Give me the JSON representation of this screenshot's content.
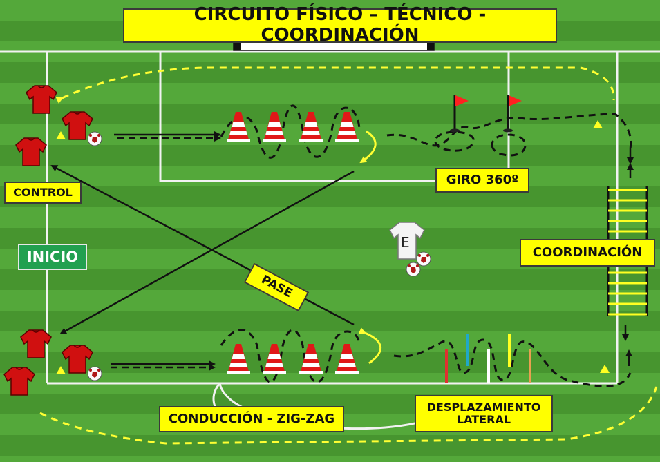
{
  "title": "CIRCUITO FÍSICO – TÉCNICO - COORDINACIÓN",
  "labels": {
    "control": "CONTROL",
    "inicio": "INICIO",
    "giro": "GIRO 360º",
    "coordinacion": "COORDINACIÓN",
    "pase": "PASE",
    "conduccion": "CONDUCCIÓN - ZIG-ZAG",
    "lateral": "DESPLAZAMIENTO LATERAL"
  },
  "coach_letter": "E",
  "colors": {
    "grass_light": "#54a83a",
    "grass_dark": "#47952f",
    "label_yellow": "#ffff00",
    "inicio_green": "#22a050",
    "player_red": "#d01010",
    "cone_red": "#e01818",
    "route_yellow": "#ffff33"
  },
  "icons": [
    "player-shirt-icon",
    "ball-icon",
    "cone-icon",
    "flag-icon",
    "agility-ladder-icon",
    "coach-shirt-icon",
    "pole-icon"
  ]
}
